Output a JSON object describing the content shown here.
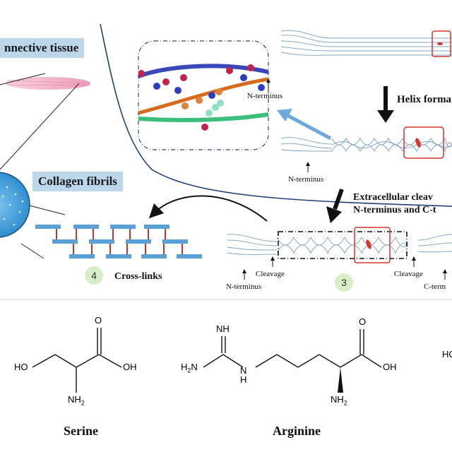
{
  "labels": {
    "connective_tissue": "nnective tissue",
    "collagen_fibrils": "Collagen fibrils",
    "helix_formation": "Helix forma",
    "extracellular_line1": "Extracellular cleav",
    "extracellular_line2": "N-terminus and C-t",
    "cross_links": "Cross-links",
    "n_terminus_top": "N-terminus",
    "n_terminus_mid": "N-terminus",
    "n_terminus_bottom": "N-terminus",
    "c_terminus_bottom": "C-term",
    "cleavage_left": "Cleavage",
    "cleavage_right": "Cleavage"
  },
  "steps": {
    "step3": "3",
    "step4": "4"
  },
  "chemistry": {
    "serine": {
      "name": "Serine",
      "ho": "HO",
      "oh": "OH",
      "o": "O",
      "nh2_base": "NH",
      "nh2_sub": "2"
    },
    "arginine": {
      "name": "Arginine",
      "nh": "NH",
      "h2n_base": "H",
      "h2n_sub": "2",
      "h2n_tail": "N",
      "n_h": "N",
      "n_h2": "H",
      "oh": "OH",
      "o": "O",
      "nh2_base": "NH",
      "nh2_sub": "2"
    },
    "partial_right": "HO"
  },
  "colors": {
    "label_box": "#bcd6ea",
    "curve": "#1f3f7a",
    "fibril_bar": "#5aa0d6",
    "crosslink": "#c0392b",
    "highlight_box": "#d9342b",
    "arrow_blue": "#6fa8dc",
    "badge": "#d6efc6"
  }
}
